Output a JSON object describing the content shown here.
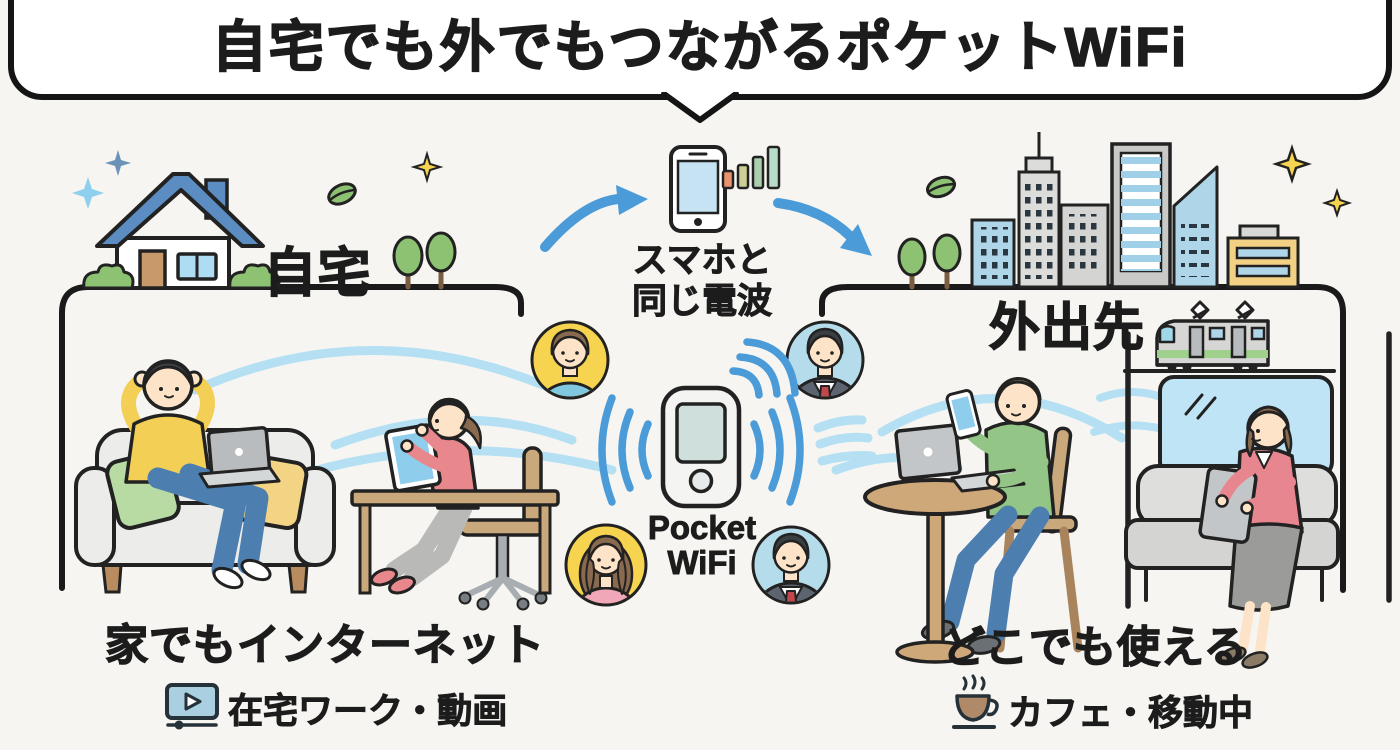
{
  "title": "自宅でも外でもつながるポケットWiFi",
  "center": {
    "wave_label_line1": "スマホと",
    "wave_label_line2": "同じ電波",
    "device_label_line1": "Pocket",
    "device_label_line2": "WiFi"
  },
  "home": {
    "label": "自宅",
    "caption": "家でもインターネット",
    "detail": "在宅ワーク・動画"
  },
  "outside": {
    "label": "外出先",
    "caption": "どこでも使える",
    "detail": "カフェ・移動中"
  },
  "icons": [
    "smartphone-icon",
    "signal-bars-icon",
    "pocket-wifi-device-icon",
    "wifi-waves-icon",
    "house-icon",
    "city-buildings-icon",
    "train-icon",
    "video-player-icon",
    "coffee-cup-icon",
    "arrow-left-icon",
    "arrow-right-icon",
    "leaf-icon",
    "sparkle-icon"
  ],
  "colors": {
    "background": "#f6f5f1",
    "ink": "#1c1c1c",
    "accent_blue": "#4a9bd8",
    "light_blue": "#b5e0f4",
    "avatar_yellow": "#f6d44f",
    "avatar_blue": "#b5dcea",
    "roof_blue": "#5b8dc2",
    "leaf_green": "#8cc271",
    "banner_bg": "#ffffff"
  }
}
